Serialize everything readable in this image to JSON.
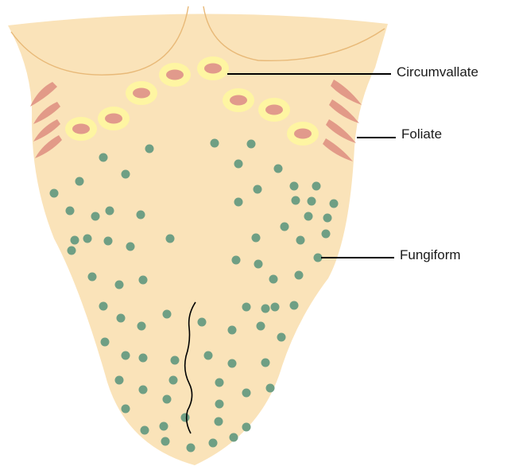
{
  "labels": {
    "circumvallate": "Circumvallate",
    "foliate": "Foliate",
    "fungiform": "Fungiform"
  },
  "colors": {
    "tongue_fill": "#fae3b9",
    "tongue_outline": "#e8b978",
    "circumvallate_ring": "#fef5a2",
    "circumvallate_center": "#e19a8c",
    "foliate": "#e29a88",
    "fungiform": "#6f9f84",
    "median_sulcus": "#000000",
    "leader_line": "#000000"
  }
}
